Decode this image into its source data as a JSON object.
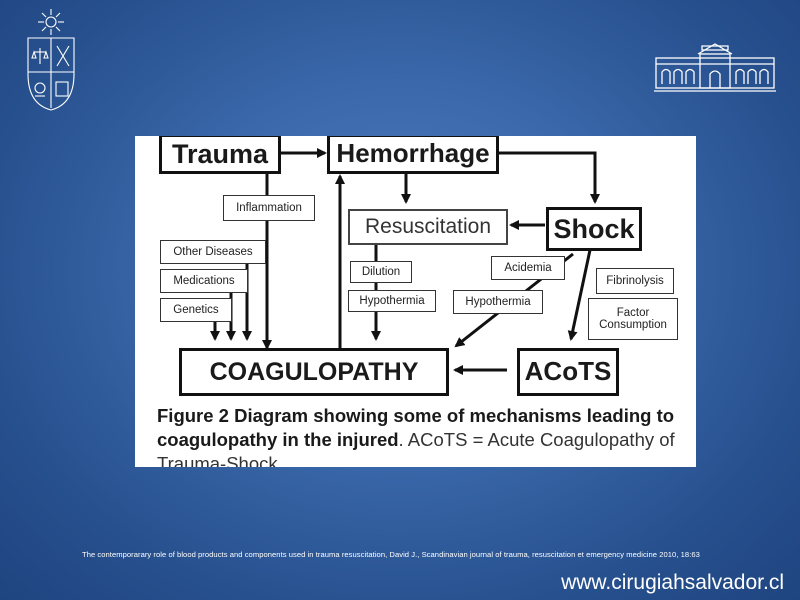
{
  "figure": {
    "nodes": {
      "trauma": "Trauma",
      "hemorrhage": "Hemorrhage",
      "resuscitation": "Resuscitation",
      "shock": "Shock",
      "inflammation": "Inflammation",
      "other_diseases": "Other Diseases",
      "medications": "Medications",
      "genetics": "Genetics",
      "dilution": "Dilution",
      "hypothermia_left": "Hypothermia",
      "acidemia": "Acidemia",
      "hypothermia_right": "Hypothermia",
      "fibrinolysis": "Fibrinolysis",
      "factor_consumption": "Factor Consumption",
      "coagulopathy": "COAGULOPATHY",
      "acots": "ACoTS"
    },
    "caption": {
      "bold": "Figure 2 Diagram showing some of mechanisms leading to coagulopathy in the injured",
      "rest": ". ACoTS = Acute Coagulopathy of Trauma-Shock"
    }
  },
  "footer": {
    "citation": "The contemporarary role of blood products and components used in trauma resuscitation, David J., Scandinavian journal of trauma, resuscitation et emergency medicine 2010, 18:63",
    "website": "www.cirugiahsalvador.cl"
  },
  "colors": {
    "background": "#2f5c9e",
    "figure_background": "#ffffff",
    "diagram_stroke": "#111111"
  }
}
